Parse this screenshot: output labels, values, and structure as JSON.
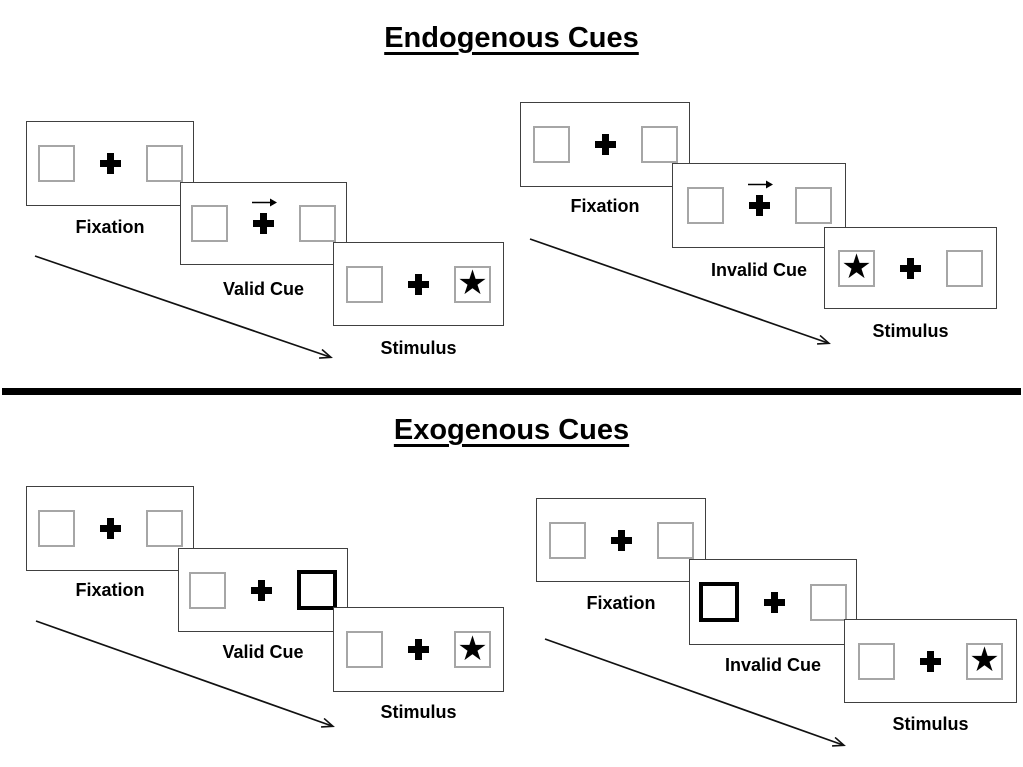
{
  "colors": {
    "background": "#ffffff",
    "panel_border": "#404040",
    "box_border": "#a6a6a6",
    "cue_highlight": "#000000",
    "divider": "#000000",
    "text": "#000000"
  },
  "glyphs": {
    "star": "★"
  },
  "sections": {
    "endogenous": {
      "title": "Endogenous Cues",
      "valid": {
        "cue_type": "central-arrow-right",
        "target_side": "right",
        "frames": [
          {
            "label": "Fixation"
          },
          {
            "label": "Valid Cue"
          },
          {
            "label": "Stimulus"
          }
        ]
      },
      "invalid": {
        "cue_type": "central-arrow-right",
        "target_side": "left",
        "frames": [
          {
            "label": "Fixation"
          },
          {
            "label": "Invalid Cue"
          },
          {
            "label": "Stimulus"
          }
        ]
      }
    },
    "exogenous": {
      "title": "Exogenous Cues",
      "valid": {
        "cue_type": "peripheral-box-highlight-right",
        "target_side": "right",
        "frames": [
          {
            "label": "Fixation"
          },
          {
            "label": "Valid Cue"
          },
          {
            "label": "Stimulus"
          }
        ]
      },
      "invalid": {
        "cue_type": "peripheral-box-highlight-left",
        "target_side": "right",
        "frames": [
          {
            "label": "Fixation"
          },
          {
            "label": "Invalid Cue"
          },
          {
            "label": "Stimulus"
          }
        ]
      }
    }
  }
}
